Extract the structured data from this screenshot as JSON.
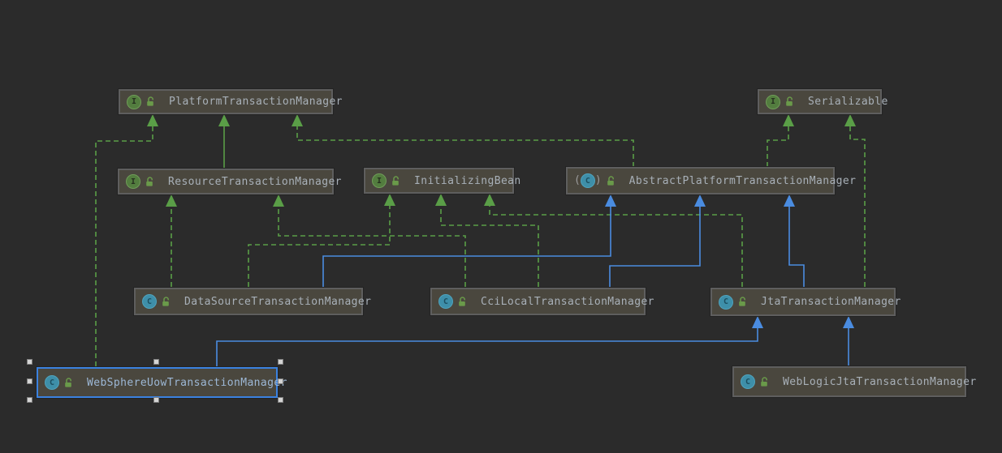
{
  "diagram": {
    "nodes": [
      {
        "id": "PlatformTransactionManager",
        "label": "PlatformTransactionManager",
        "kind": "interface",
        "visibility": "public",
        "selected": false
      },
      {
        "id": "Serializable",
        "label": "Serializable",
        "kind": "interface",
        "visibility": "public",
        "selected": false
      },
      {
        "id": "ResourceTransactionManager",
        "label": "ResourceTransactionManager",
        "kind": "interface",
        "visibility": "public",
        "selected": false
      },
      {
        "id": "InitializingBean",
        "label": "InitializingBean",
        "kind": "interface",
        "visibility": "public",
        "selected": false
      },
      {
        "id": "AbstractPlatformTransactionManager",
        "label": "AbstractPlatformTransactionManager",
        "kind": "abstract-class",
        "visibility": "public",
        "selected": false
      },
      {
        "id": "DataSourceTransactionManager",
        "label": "DataSourceTransactionManager",
        "kind": "class",
        "visibility": "public",
        "selected": false
      },
      {
        "id": "CciLocalTransactionManager",
        "label": "CciLocalTransactionManager",
        "kind": "class",
        "visibility": "public",
        "selected": false
      },
      {
        "id": "JtaTransactionManager",
        "label": "JtaTransactionManager",
        "kind": "class",
        "visibility": "public",
        "selected": false
      },
      {
        "id": "WebSphereUowTransactionManager",
        "label": "WebSphereUowTransactionManager",
        "kind": "class",
        "visibility": "public",
        "selected": true
      },
      {
        "id": "WebLogicJtaTransactionManager",
        "label": "WebLogicJtaTransactionManager",
        "kind": "class",
        "visibility": "public",
        "selected": false
      }
    ],
    "edges": [
      {
        "from": "WebSphereUowTransactionManager",
        "to": "PlatformTransactionManager",
        "type": "implements"
      },
      {
        "from": "AbstractPlatformTransactionManager",
        "to": "PlatformTransactionManager",
        "type": "implements"
      },
      {
        "from": "AbstractPlatformTransactionManager",
        "to": "Serializable",
        "type": "implements"
      },
      {
        "from": "JtaTransactionManager",
        "to": "Serializable",
        "type": "implements"
      },
      {
        "from": "DataSourceTransactionManager",
        "to": "ResourceTransactionManager",
        "type": "implements"
      },
      {
        "from": "CciLocalTransactionManager",
        "to": "ResourceTransactionManager",
        "type": "implements"
      },
      {
        "from": "DataSourceTransactionManager",
        "to": "InitializingBean",
        "type": "implements"
      },
      {
        "from": "CciLocalTransactionManager",
        "to": "InitializingBean",
        "type": "implements"
      },
      {
        "from": "JtaTransactionManager",
        "to": "InitializingBean",
        "type": "implements"
      },
      {
        "from": "ResourceTransactionManager",
        "to": "PlatformTransactionManager",
        "type": "extends"
      },
      {
        "from": "DataSourceTransactionManager",
        "to": "AbstractPlatformTransactionManager",
        "type": "extends"
      },
      {
        "from": "CciLocalTransactionManager",
        "to": "AbstractPlatformTransactionManager",
        "type": "extends"
      },
      {
        "from": "JtaTransactionManager",
        "to": "AbstractPlatformTransactionManager",
        "type": "extends"
      },
      {
        "from": "WebSphereUowTransactionManager",
        "to": "JtaTransactionManager",
        "type": "extends"
      },
      {
        "from": "WebLogicJtaTransactionManager",
        "to": "JtaTransactionManager",
        "type": "extends"
      }
    ]
  },
  "icon_glyphs": {
    "interface": "I",
    "class": "C",
    "abstract_class": "C",
    "paren_open": "(",
    "paren_close": ")"
  },
  "colors": {
    "background": "#2b2b2b",
    "node_fill": "#4a473e",
    "node_border": "#5e5e5e",
    "selection_blue": "#3b82e0",
    "implements_edge": "#5a9e47",
    "extends_interface_edge": "#5a9e47",
    "extends_class_edge": "#4a8ce0",
    "label_text": "#a8b0b8",
    "interface_icon_green": "#537d3f",
    "class_icon_teal": "#3e8fa9",
    "public_lock_green": "#6a9a4a"
  }
}
